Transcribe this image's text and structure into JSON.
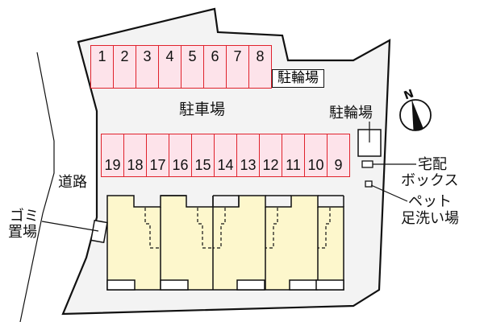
{
  "map": {
    "type": "parking-site-plan",
    "colors": {
      "lot_fill": "#f3f3f3",
      "slot_fill": "#fde3ea",
      "slot_border": "#e0222c",
      "building_fill": "#fdf7cc",
      "outline": "#111111"
    }
  },
  "labels": {
    "road": "道路",
    "car_parking": "駐車場",
    "bicycle_parking_top": "駐輪場",
    "bicycle_parking_right": "駐輪場",
    "delivery_box_line1": "宅配",
    "delivery_box_line2": "ボックス",
    "pet_wash_line1": "ペット",
    "pet_wash_line2": "足洗い場",
    "garbage_line1": "ゴミ",
    "garbage_line2": "置場",
    "compass_north": "N"
  },
  "parking_top_row": [
    "1",
    "2",
    "3",
    "4",
    "5",
    "6",
    "7",
    "8"
  ],
  "parking_bottom_row": [
    "19",
    "18",
    "17",
    "16",
    "15",
    "14",
    "13",
    "12",
    "11",
    "10",
    "9"
  ],
  "buildings": {
    "unit_count": 5
  }
}
